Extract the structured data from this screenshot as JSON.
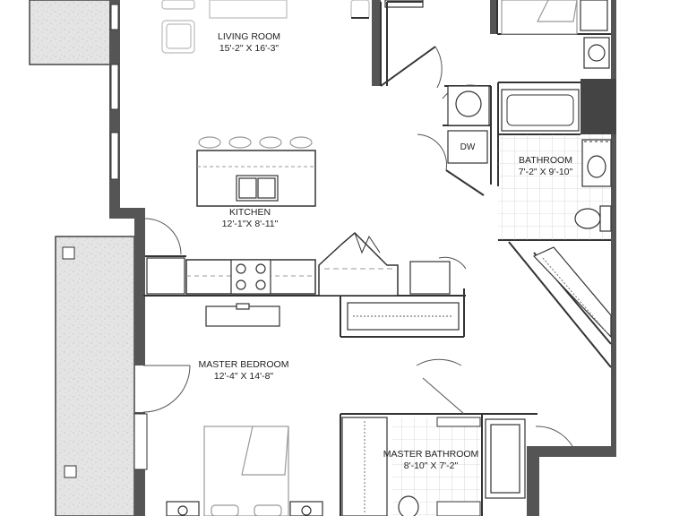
{
  "rooms": {
    "living_room": {
      "name": "LIVING ROOM",
      "size": "15'-2\" X 16'-3\""
    },
    "kitchen": {
      "name": "KITCHEN",
      "size": "12'-1\"X 8'-11\""
    },
    "bathroom": {
      "name": "BATHROOM",
      "size": "7'-2\" X 9'-10\""
    },
    "master_bedroom": {
      "name": "MASTER BEDROOM",
      "size": "12'-4\" X 14'-8\""
    },
    "master_bathroom": {
      "name": "MASTER BATHROOM",
      "size": "8'-10\" X 7'-2\""
    }
  },
  "fixtures": {
    "dishwasher_label": "DW"
  },
  "colors": {
    "wall": "#555555",
    "wall_dark": "#444444",
    "line": "#333333",
    "balcony_fill": "#d9d9d9"
  }
}
